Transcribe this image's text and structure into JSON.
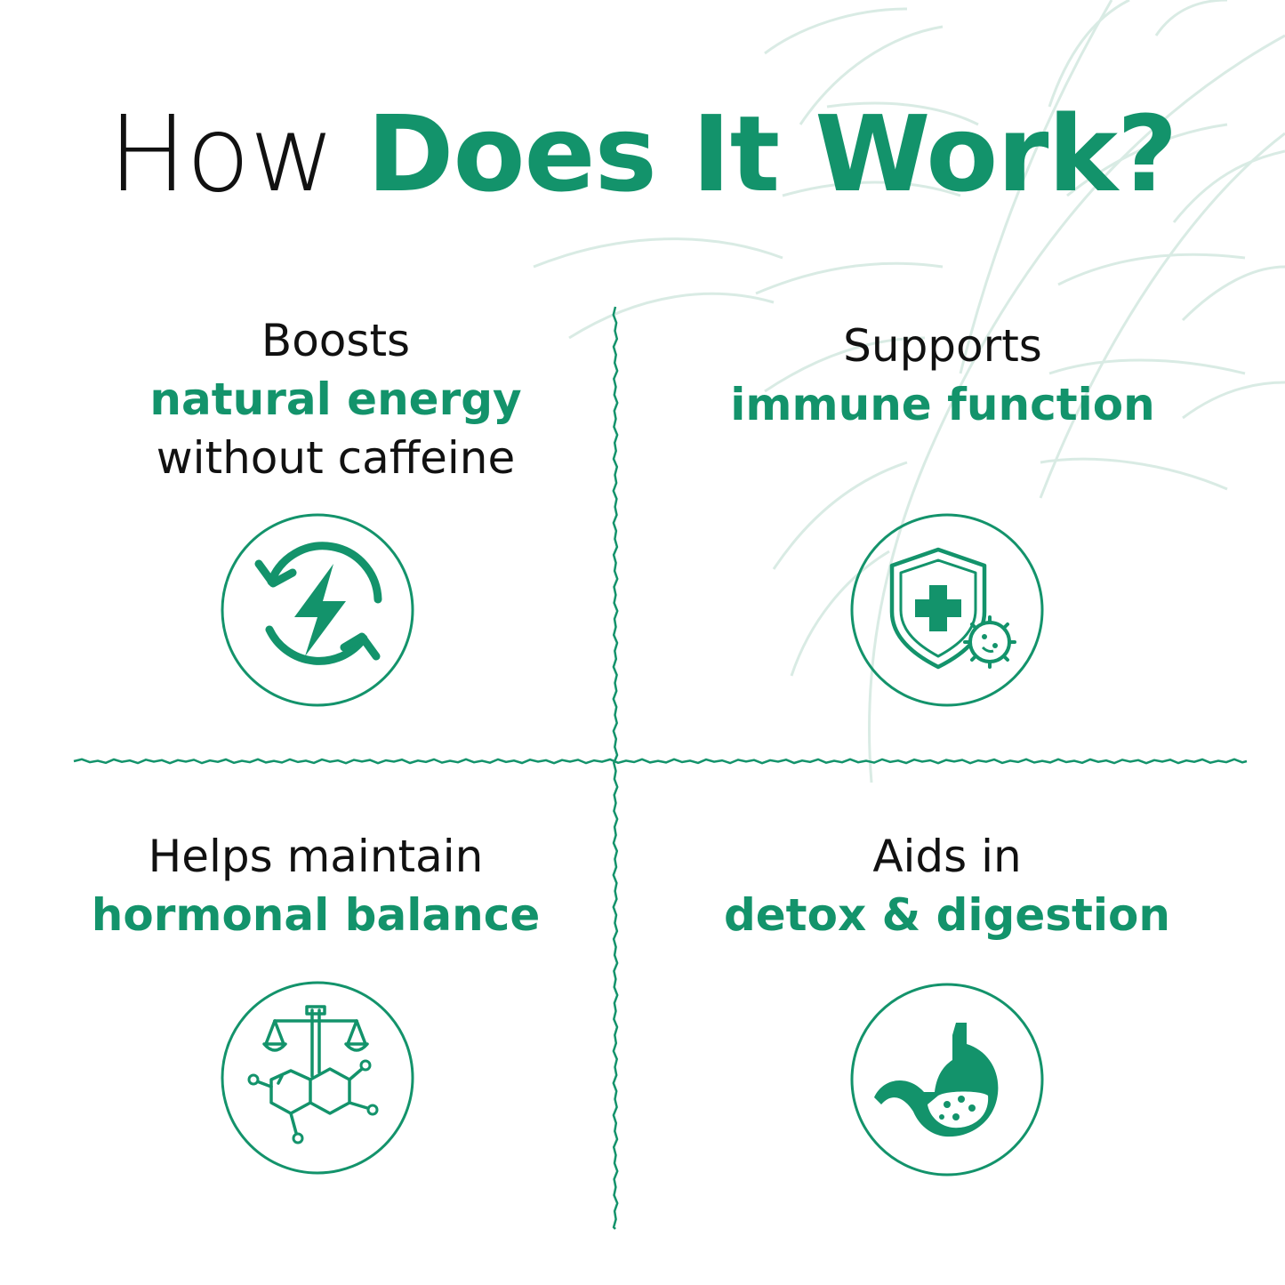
{
  "colors": {
    "accent": "#13936b",
    "text_dark": "#111111",
    "background": "#ffffff",
    "leaf_tint": "#d8ebe4"
  },
  "title": {
    "light": "How ",
    "bold": "Does It Work?"
  },
  "cells": [
    {
      "lines": [
        {
          "text": "Boosts",
          "style": "dark"
        },
        {
          "text": "natural energy",
          "style": "accent"
        },
        {
          "text": "without caffeine",
          "style": "dark"
        }
      ],
      "icon": "energy-bolt-icon"
    },
    {
      "lines": [
        {
          "text": "Supports",
          "style": "dark"
        },
        {
          "text": "immune function",
          "style": "accent"
        }
      ],
      "icon": "immune-shield-icon"
    },
    {
      "lines": [
        {
          "text": "Helps maintain",
          "style": "dark"
        },
        {
          "text": "hormonal balance",
          "style": "accent"
        }
      ],
      "icon": "hormone-balance-icon"
    },
    {
      "lines": [
        {
          "text": "Aids in",
          "style": "dark"
        },
        {
          "text": "detox & digestion",
          "style": "accent"
        }
      ],
      "icon": "stomach-icon"
    }
  ]
}
